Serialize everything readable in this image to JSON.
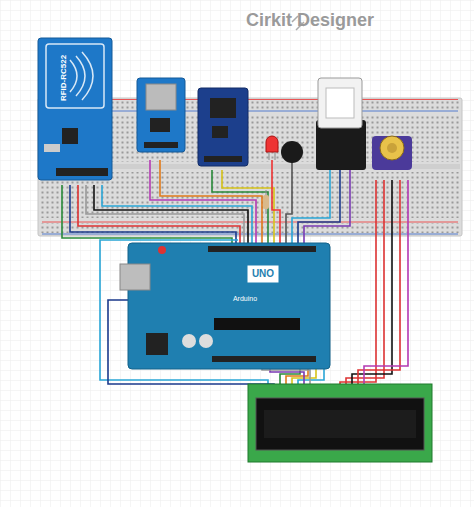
{
  "diagram": {
    "labels": [
      "Cirkit Designer",
      "RFID-RC522",
      "UNO",
      "Arduino"
    ]
  }
}
